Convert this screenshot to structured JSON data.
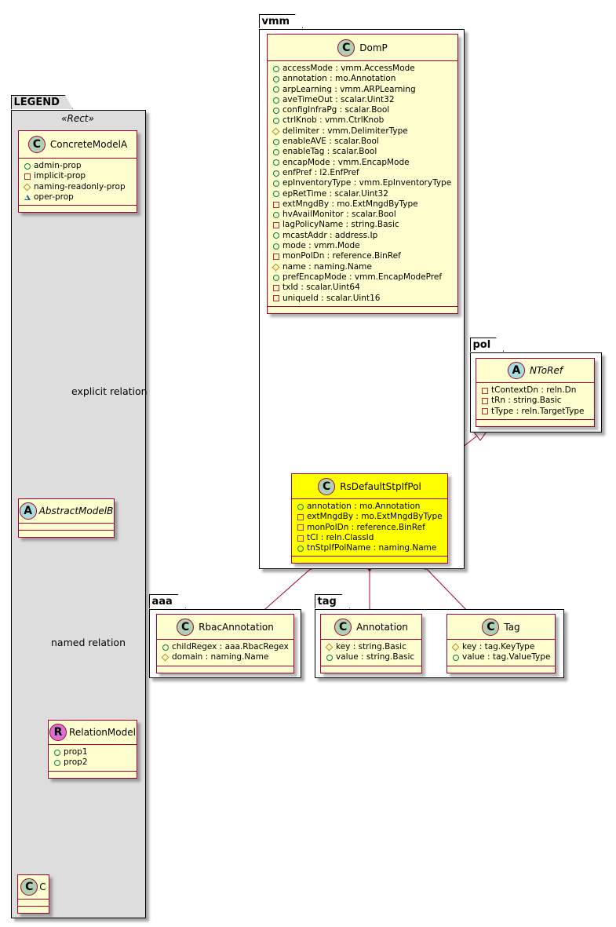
{
  "packages": {
    "legend": {
      "name": "LEGEND",
      "stereotype": "«Rect»"
    },
    "vmm": {
      "name": "vmm"
    },
    "pol": {
      "name": "pol"
    },
    "aaa": {
      "name": "aaa"
    },
    "tag": {
      "name": "tag"
    }
  },
  "legend": {
    "concrete": {
      "icon": "C",
      "name": "ConcreteModelA",
      "attrs": [
        {
          "vis": "public",
          "text": "admin-prop"
        },
        {
          "vis": "private",
          "text": "implicit-prop"
        },
        {
          "vis": "protected",
          "text": "naming-readonly-prop"
        },
        {
          "vis": "package",
          "text": "oper-prop"
        }
      ]
    },
    "abstract": {
      "icon": "A",
      "name": "AbstractModelB"
    },
    "relation": {
      "icon": "R",
      "name": "RelationModel",
      "attrs": [
        {
          "vis": "public",
          "text": "prop1"
        },
        {
          "vis": "public",
          "text": "prop2"
        }
      ]
    },
    "c": {
      "icon": "C",
      "name": "C"
    },
    "explicit_relation_label": "explicit relation",
    "named_relation_label": "named relation"
  },
  "classes": {
    "domp": {
      "icon": "C",
      "name": "DomP",
      "attrs": [
        {
          "vis": "public",
          "text": "accessMode : vmm.AccessMode"
        },
        {
          "vis": "public",
          "text": "annotation : mo.Annotation"
        },
        {
          "vis": "public",
          "text": "arpLearning : vmm.ARPLearning"
        },
        {
          "vis": "public",
          "text": "aveTimeOut : scalar.Uint32"
        },
        {
          "vis": "public",
          "text": "configInfraPg : scalar.Bool"
        },
        {
          "vis": "public",
          "text": "ctrlKnob : vmm.CtrlKnob"
        },
        {
          "vis": "protected",
          "text": "delimiter : vmm.DelimiterType"
        },
        {
          "vis": "public",
          "text": "enableAVE : scalar.Bool"
        },
        {
          "vis": "public",
          "text": "enableTag : scalar.Bool"
        },
        {
          "vis": "public",
          "text": "encapMode : vmm.EncapMode"
        },
        {
          "vis": "public",
          "text": "enfPref : l2.EnfPref"
        },
        {
          "vis": "public",
          "text": "epInventoryType : vmm.EpInventoryType"
        },
        {
          "vis": "public",
          "text": "epRetTime : scalar.Uint32"
        },
        {
          "vis": "private",
          "text": "extMngdBy : mo.ExtMngdByType"
        },
        {
          "vis": "public",
          "text": "hvAvailMonitor : scalar.Bool"
        },
        {
          "vis": "private",
          "text": "lagPolicyName : string.Basic"
        },
        {
          "vis": "public",
          "text": "mcastAddr : address.Ip"
        },
        {
          "vis": "public",
          "text": "mode : vmm.Mode"
        },
        {
          "vis": "private",
          "text": "monPolDn : reference.BinRef"
        },
        {
          "vis": "protected",
          "text": "name : naming.Name"
        },
        {
          "vis": "public",
          "text": "prefEncapMode : vmm.EncapModePref"
        },
        {
          "vis": "private",
          "text": "txId : scalar.Uint64"
        },
        {
          "vis": "private",
          "text": "uniqueId : scalar.Uint16"
        }
      ]
    },
    "ntoref": {
      "icon": "A",
      "name": "NToRef",
      "attrs": [
        {
          "vis": "private",
          "text": "tContextDn : reln.Dn"
        },
        {
          "vis": "private",
          "text": "tRn : string.Basic"
        },
        {
          "vis": "private",
          "text": "tType : reln.TargetType"
        }
      ]
    },
    "rsdefault": {
      "icon": "C",
      "name": "RsDefaultStpIfPol",
      "attrs": [
        {
          "vis": "public",
          "text": "annotation : mo.Annotation"
        },
        {
          "vis": "private",
          "text": "extMngdBy : mo.ExtMngdByType"
        },
        {
          "vis": "private",
          "text": "monPolDn : reference.BinRef"
        },
        {
          "vis": "private",
          "text": "tCl : reln.ClassId"
        },
        {
          "vis": "public",
          "text": "tnStpIfPolName : naming.Name"
        }
      ]
    },
    "rbac": {
      "icon": "C",
      "name": "RbacAnnotation",
      "attrs": [
        {
          "vis": "public",
          "text": "childRegex : aaa.RbacRegex"
        },
        {
          "vis": "protected",
          "text": "domain : naming.Name"
        }
      ]
    },
    "annotation": {
      "icon": "C",
      "name": "Annotation",
      "attrs": [
        {
          "vis": "protected",
          "text": "key : string.Basic"
        },
        {
          "vis": "public",
          "text": "value : string.Basic"
        }
      ]
    },
    "tag": {
      "icon": "C",
      "name": "Tag",
      "attrs": [
        {
          "vis": "protected",
          "text": "key : tag.KeyType"
        },
        {
          "vis": "public",
          "text": "value : tag.ValueType"
        }
      ]
    }
  },
  "colors": {
    "class_fill": "#fefece",
    "highlight_fill": "#ffff00",
    "border": "#a80036",
    "legend_bg": "#dddddd",
    "public": "#038048",
    "private": "#c82930",
    "protected": "#b38d22",
    "package": "#1963a0"
  }
}
